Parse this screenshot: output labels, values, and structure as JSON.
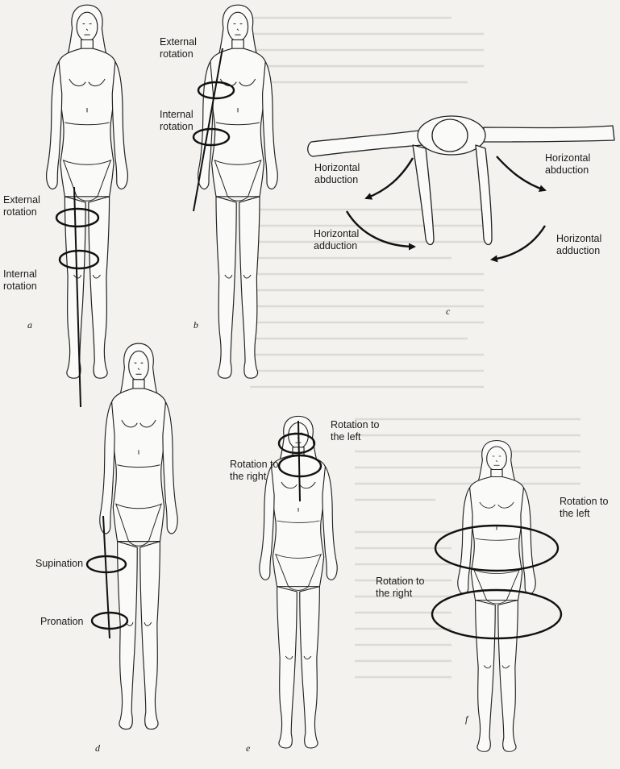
{
  "figure": {
    "panel_a": {
      "letter": "a",
      "label_external": [
        "External",
        "rotation"
      ],
      "label_internal": [
        "Internal",
        "rotation"
      ]
    },
    "panel_b": {
      "letter": "b",
      "label_external": [
        "External",
        "rotation"
      ],
      "label_internal": [
        "Internal",
        "rotation"
      ]
    },
    "panel_c": {
      "letter": "c",
      "left_abduction": [
        "Horizontal",
        "abduction"
      ],
      "left_adduction": [
        "Horizontal",
        "adduction"
      ],
      "right_abduction": [
        "Horizontal",
        "abduction"
      ],
      "right_adduction": [
        "Horizontal",
        "adduction"
      ]
    },
    "panel_d": {
      "letter": "d",
      "label_supination": "Supination",
      "label_pronation": "Pronation"
    },
    "panel_e": {
      "letter": "e",
      "label_left": [
        "Rotation to",
        "the left"
      ],
      "label_right": [
        "Rotation to",
        "the right"
      ]
    },
    "panel_f": {
      "letter": "f",
      "label_left": [
        "Rotation to",
        "the left"
      ],
      "label_right": [
        "Rotation to",
        "the right"
      ]
    }
  },
  "colors": {
    "paper": "#f3f2ee",
    "ink": "#1a1a1a",
    "bleed_text": "#cfcdc6"
  }
}
